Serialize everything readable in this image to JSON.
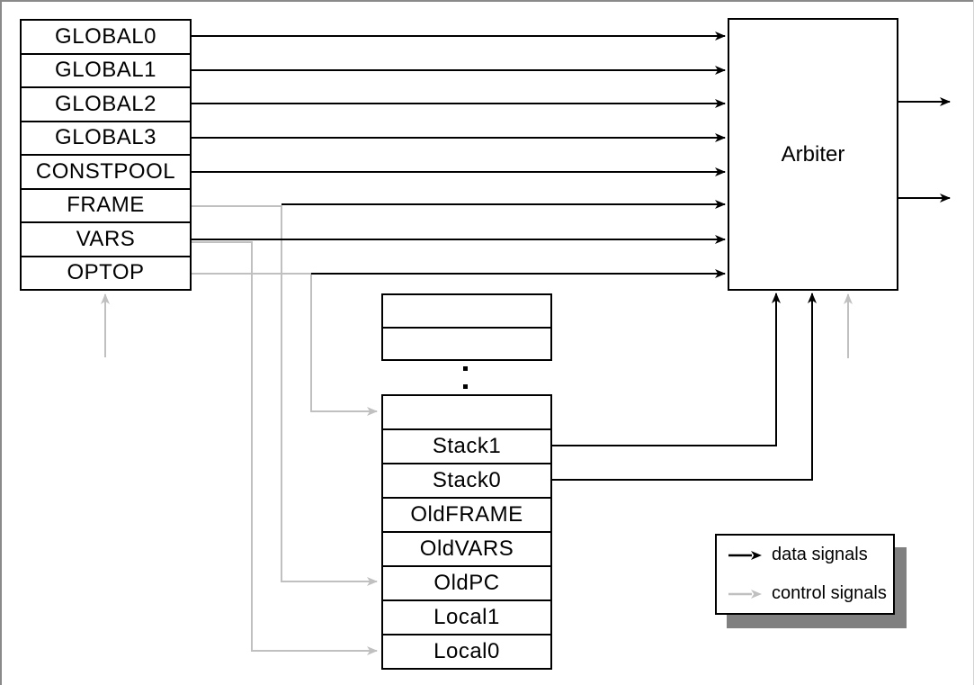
{
  "registers": {
    "rows": [
      "GLOBAL0",
      "GLOBAL1",
      "GLOBAL2",
      "GLOBAL3",
      "CONSTPOOL",
      "FRAME",
      "VARS",
      "OPTOP"
    ]
  },
  "arbiter": {
    "label": "Arbiter"
  },
  "stack_frame": {
    "upper_rows": [
      "",
      ""
    ],
    "rows": [
      "",
      "Stack1",
      "Stack0",
      "OldFRAME",
      "OldVARS",
      "OldPC",
      "Local1",
      "Local0"
    ]
  },
  "legend": {
    "data_signals_label": "data signals",
    "control_signals_label": "control signals"
  },
  "colors": {
    "data_signal": "#000000",
    "control_signal": "#c0c0c0",
    "legend_shadow": "#808080",
    "page_edge": "#8a8a8a"
  },
  "wiring_summary": {
    "data_links": [
      "GLOBAL0 -> Arbiter",
      "GLOBAL1 -> Arbiter",
      "GLOBAL2 -> Arbiter",
      "GLOBAL3 -> Arbiter",
      "CONSTPOOL -> Arbiter",
      "FRAME -> Arbiter",
      "VARS -> Arbiter",
      "OPTOP -> Arbiter",
      "Stack1 -> Arbiter (bottom)",
      "Stack0 -> Arbiter (bottom)",
      "Arbiter -> out1 (right)",
      "Arbiter -> out2 (right)"
    ],
    "control_links": [
      "FRAME -> OldPC",
      "VARS -> Local0",
      "OPTOP -> stack top row",
      "control -> registers block (bottom)",
      "control -> Arbiter (bottom)"
    ]
  }
}
